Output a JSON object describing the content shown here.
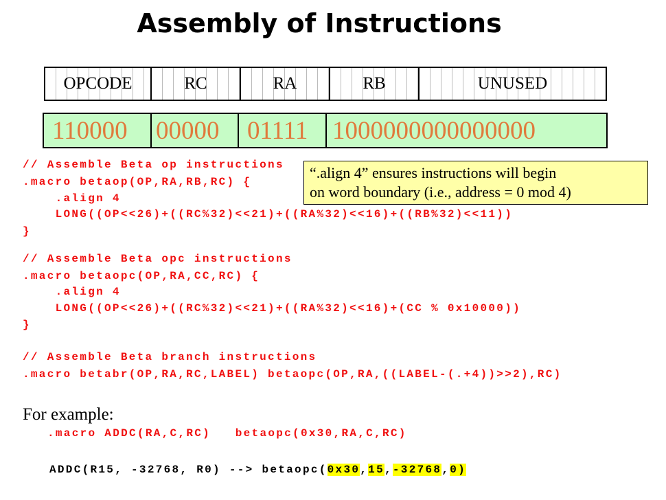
{
  "title": "Assembly of Instructions",
  "fields": [
    "OPCODE",
    "RC",
    "RA",
    "RB",
    "UNUSED"
  ],
  "bits": [
    "110000",
    "00000",
    "01111",
    "1000000000000000"
  ],
  "note": {
    "line1": "“.align 4” ensures instructions will begin",
    "line2": "on word boundary (i.e., address = 0 mod 4)"
  },
  "code": [
    "// Assemble Beta op instructions",
    ".macro betaop(OP,RA,RB,RC) {",
    "    .align 4",
    "    LONG((OP<<26)+((RC%32)<<21)+((RA%32)<<16)+((RB%32)<<11))",
    "}",
    "// Assemble Beta opc instructions",
    ".macro betaopc(OP,RA,CC,RC) {",
    "    .align 4",
    "    LONG((OP<<26)+((RC%32)<<21)+((RA%32)<<16)+(CC % 0x10000))",
    "}",
    "// Assemble Beta branch instructions",
    ".macro betabr(OP,RA,RC,LABEL) betaopc(OP,RA,((LABEL-(.+4))>>2),RC)"
  ],
  "example": {
    "heading": "For example:",
    "macro_line": ".macro ADDC(RA,C,RC)   betaopc(0x30,RA,C,RC)",
    "call_prefix": "ADDC(R15, -32768, R0) --> betaopc(",
    "args": [
      "0x30",
      "15",
      "-32768",
      "0)"
    ],
    "sep": ","
  }
}
